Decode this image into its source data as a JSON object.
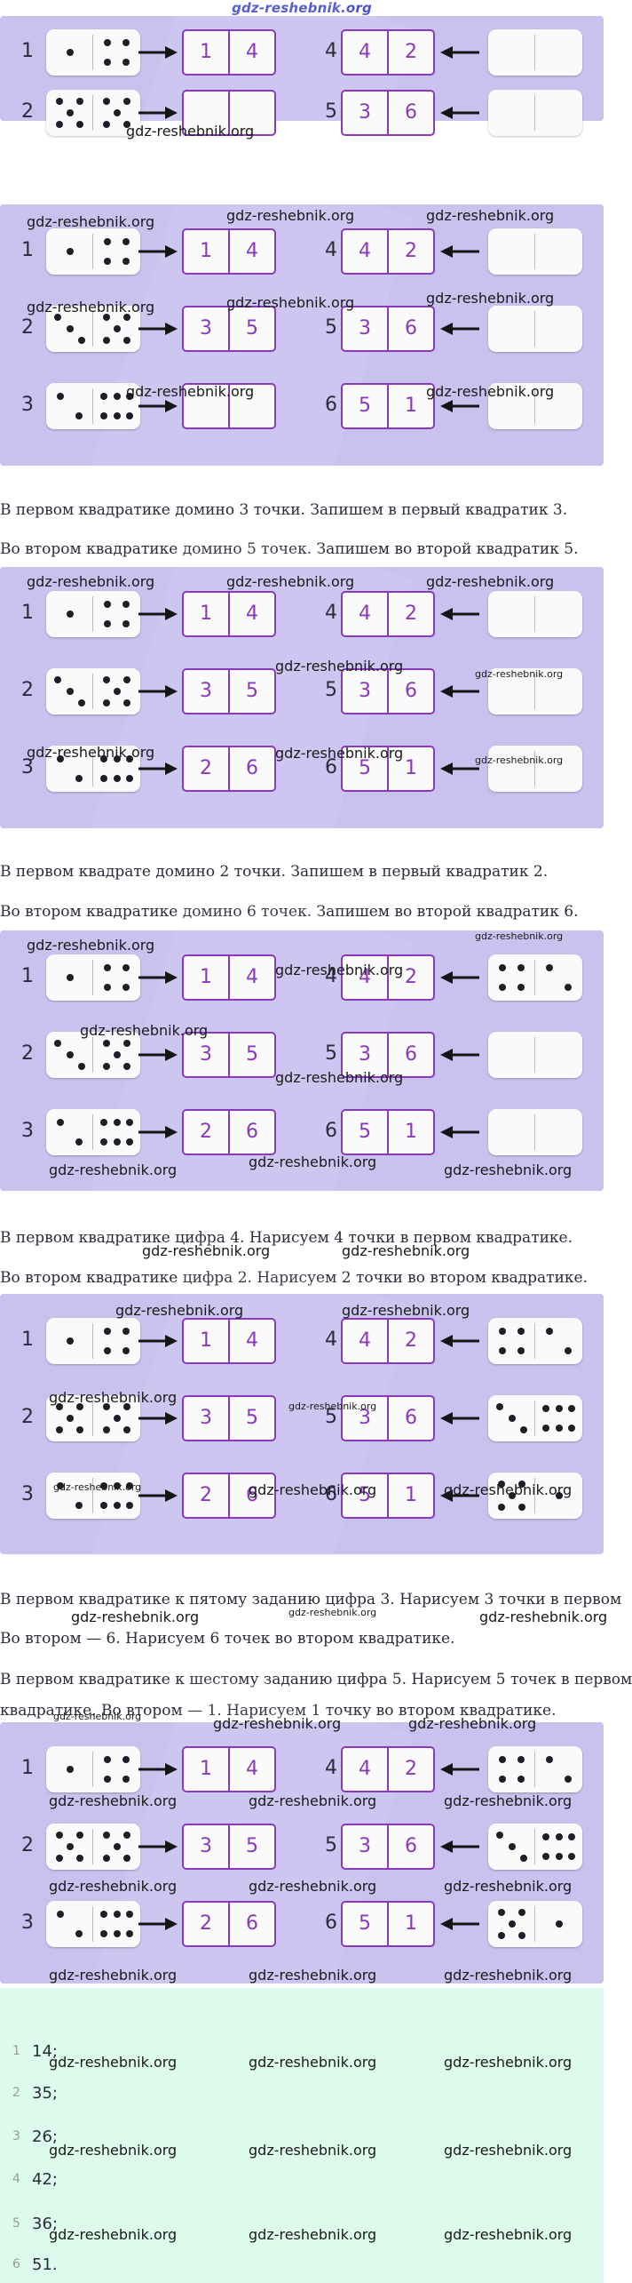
{
  "site_title": "gdz-reshebnik.org",
  "watermark": "gdz-reshebnik.org",
  "steps": [
    {
      "rows": [
        {
          "left": {
            "n": "1",
            "dots": [
              1,
              4
            ],
            "box": [
              "1",
              "4"
            ]
          },
          "right": {
            "n": "4",
            "box": [
              "4",
              "2"
            ],
            "dots": null
          }
        },
        {
          "left": {
            "n": "2",
            "dots": [
              5,
              5
            ],
            "box": [
              "",
              ""
            ]
          },
          "right": {
            "n": "5",
            "box": [
              "3",
              "6"
            ],
            "dots": null
          }
        }
      ],
      "texts": []
    },
    {
      "rows": [
        {
          "left": {
            "n": "1",
            "dots": [
              1,
              4
            ],
            "box": [
              "1",
              "4"
            ]
          },
          "right": {
            "n": "4",
            "box": [
              "4",
              "2"
            ],
            "dots": null
          }
        },
        {
          "left": {
            "n": "2",
            "dots": [
              3,
              5
            ],
            "box": [
              "3",
              "5"
            ]
          },
          "right": {
            "n": "5",
            "box": [
              "3",
              "6"
            ],
            "dots": null
          }
        },
        {
          "left": {
            "n": "3",
            "dots": [
              2,
              6
            ],
            "box": [
              "",
              ""
            ]
          },
          "right": {
            "n": "6",
            "box": [
              "5",
              "1"
            ],
            "dots": null
          }
        }
      ],
      "texts": [
        "В первом квадратике домино 3 точки. Запишем в первый квадратик 3.",
        "Во втором квадратике домино 5 точек. Запишем во второй квадратик 5."
      ]
    },
    {
      "rows": [
        {
          "left": {
            "n": "1",
            "dots": [
              1,
              4
            ],
            "box": [
              "1",
              "4"
            ]
          },
          "right": {
            "n": "4",
            "box": [
              "4",
              "2"
            ],
            "dots": null
          }
        },
        {
          "left": {
            "n": "2",
            "dots": [
              3,
              5
            ],
            "box": [
              "3",
              "5"
            ]
          },
          "right": {
            "n": "5",
            "box": [
              "3",
              "6"
            ],
            "dots": null
          }
        },
        {
          "left": {
            "n": "3",
            "dots": [
              2,
              6
            ],
            "box": [
              "2",
              "6"
            ]
          },
          "right": {
            "n": "6",
            "box": [
              "5",
              "1"
            ],
            "dots": null
          }
        }
      ],
      "texts": [
        "В первом квадрате домино 2 точки. Запишем в первый квадратик 2.",
        "Во втором квадратике домино 6 точек. Запишем во второй квадратик 6."
      ]
    },
    {
      "rows": [
        {
          "left": {
            "n": "1",
            "dots": [
              1,
              4
            ],
            "box": [
              "1",
              "4"
            ]
          },
          "right": {
            "n": "4",
            "box": [
              "4",
              "2"
            ],
            "dots": [
              4,
              2
            ]
          }
        },
        {
          "left": {
            "n": "2",
            "dots": [
              3,
              5
            ],
            "box": [
              "3",
              "5"
            ]
          },
          "right": {
            "n": "5",
            "box": [
              "3",
              "6"
            ],
            "dots": null
          }
        },
        {
          "left": {
            "n": "3",
            "dots": [
              2,
              6
            ],
            "box": [
              "2",
              "6"
            ]
          },
          "right": {
            "n": "6",
            "box": [
              "5",
              "1"
            ],
            "dots": null
          }
        }
      ],
      "texts": [
        "В первом квадратике цифра 4. Нарисуем 4 точки в первом квадратике.",
        "Во втором квадратике цифра 2. Нарисуем 2 точки во втором квадратике."
      ]
    },
    {
      "rows": [
        {
          "left": {
            "n": "1",
            "dots": [
              1,
              4
            ],
            "box": [
              "1",
              "4"
            ]
          },
          "right": {
            "n": "4",
            "box": [
              "4",
              "2"
            ],
            "dots": [
              4,
              2
            ]
          }
        },
        {
          "left": {
            "n": "2",
            "dots": [
              5,
              5
            ],
            "box": [
              "3",
              "5"
            ]
          },
          "right": {
            "n": "5",
            "box": [
              "3",
              "6"
            ],
            "dots": [
              3,
              6
            ]
          }
        },
        {
          "left": {
            "n": "3",
            "dots": [
              2,
              6
            ],
            "box": [
              "2",
              "6"
            ]
          },
          "right": {
            "n": "6",
            "box": [
              "5",
              "1"
            ],
            "dots": [
              5,
              1
            ]
          }
        }
      ],
      "texts": [
        "В первом квадратике к пятому заданию цифра 3. Нарисуем 3 точки в первом",
        "Во втором — 6. Нарисуем 6 точек во втором квадратике.",
        "В первом квадратике к шестому заданию цифра 5. Нарисуем 5 точек в первом",
        "квадратике. Во втором — 1. Нарисуем 1 точку во втором квадратике."
      ]
    },
    {
      "rows": [
        {
          "left": {
            "n": "1",
            "dots": [
              1,
              4
            ],
            "box": [
              "1",
              "4"
            ]
          },
          "right": {
            "n": "4",
            "box": [
              "4",
              "2"
            ],
            "dots": [
              4,
              2
            ]
          }
        },
        {
          "left": {
            "n": "2",
            "dots": [
              5,
              5
            ],
            "box": [
              "3",
              "5"
            ]
          },
          "right": {
            "n": "5",
            "box": [
              "3",
              "6"
            ],
            "dots": [
              3,
              6
            ]
          }
        },
        {
          "left": {
            "n": "3",
            "dots": [
              2,
              6
            ],
            "box": [
              "2",
              "6"
            ]
          },
          "right": {
            "n": "6",
            "box": [
              "5",
              "1"
            ],
            "dots": [
              5,
              1
            ]
          }
        }
      ],
      "texts": []
    }
  ],
  "answers": [
    {
      "index": "1",
      "value": "14;"
    },
    {
      "index": "2",
      "value": "35;"
    },
    {
      "index": "3",
      "value": "26;"
    },
    {
      "index": "4",
      "value": "42;"
    },
    {
      "index": "5",
      "value": "36;"
    },
    {
      "index": "6",
      "value": "51."
    }
  ],
  "colors": {
    "panel": "#c9c2ef",
    "box_border": "#8a3ab9",
    "answers_bg": "#dcfbec"
  }
}
